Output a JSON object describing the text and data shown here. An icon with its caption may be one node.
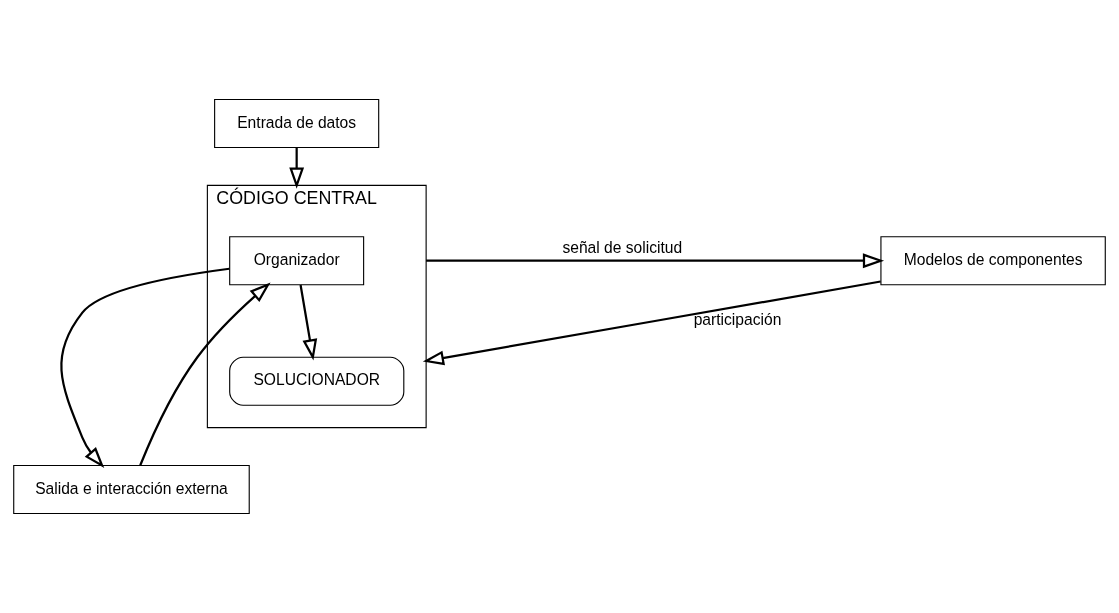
{
  "diagram": {
    "nodes": [
      {
        "text": [
          "Entrada de datos"
        ]
      },
      {
        "text": [
          "CÓDIGO CENTRAL"
        ]
      },
      {
        "text": [
          "Organizador"
        ],
        "in": 1
      },
      {
        "text": [
          "SOLUCIONADOR"
        ],
        "in": 1
      },
      {
        "text": [
          "Modelos de componentes"
        ]
      },
      {
        "text": [
          "Salida e interacción externa"
        ]
      }
    ],
    "edges": [
      {
        "from": 0,
        "to": 1,
        "arrow": "to"
      },
      {
        "from": 2,
        "to": 3,
        "arrow": "to"
      },
      {
        "from": 1,
        "to": 4,
        "arrow": "to",
        "label": "señal de solicitud"
      },
      {
        "from": 4,
        "to": 1,
        "arrow": "to",
        "label": "participación"
      },
      {
        "from": 2,
        "to": 5,
        "arrow": "to"
      },
      {
        "from": 5,
        "to": 2,
        "arrow": "to"
      }
    ]
  }
}
